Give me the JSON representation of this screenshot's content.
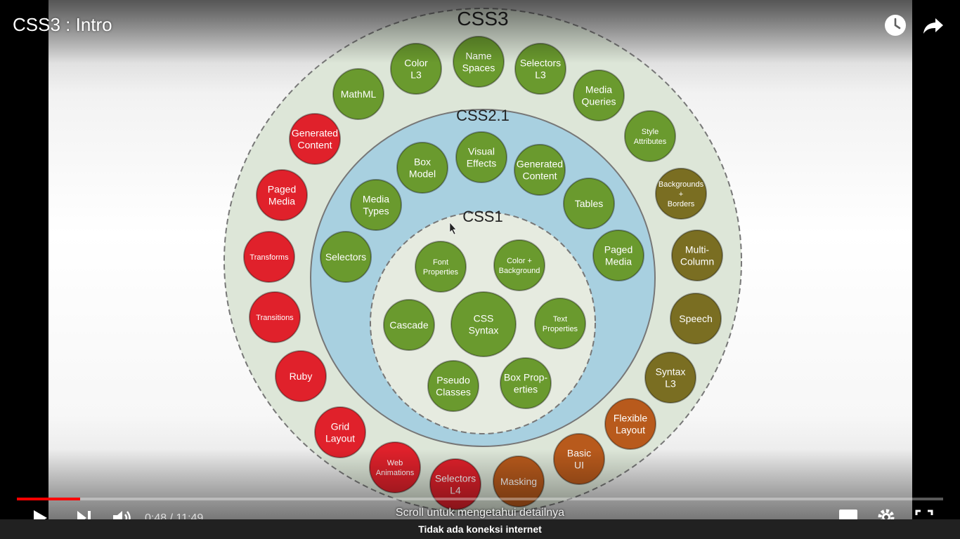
{
  "player": {
    "title": "CSS3 : Intro",
    "time": "0:48 / 11:49",
    "progress_fraction": 0.068,
    "scroll_hint": "Scroll untuk mengetahui detailnya",
    "offline_message": "Tidak ada koneksi internet"
  },
  "icons": {
    "watch_later": "clock-icon",
    "share": "share-icon",
    "play": "play-icon",
    "next": "next-icon",
    "volume": "volume-icon",
    "subtitles": "subtitles-icon",
    "settings": "gear-icon",
    "fullscreen": "fullscreen-icon"
  },
  "colors": {
    "progress": "#ff0000",
    "green_module": "#6a9a2e",
    "red_module": "#e0212b",
    "olive_module": "#7a6e22",
    "orange_module": "#b85a1c"
  },
  "diagram": {
    "rings": [
      {
        "label": "CSS3",
        "color": "#dde6d8"
      },
      {
        "label": "CSS2.1",
        "color": "#a8d0e0"
      },
      {
        "label": "CSS1",
        "color": "#e6ebe0"
      }
    ],
    "modules": [
      {
        "lines": [
          "Name",
          "Spaces"
        ],
        "color": "green"
      },
      {
        "lines": [
          "Color",
          "L3"
        ],
        "color": "green"
      },
      {
        "lines": [
          "Selectors",
          "L3"
        ],
        "color": "green"
      },
      {
        "lines": [
          "MathML"
        ],
        "color": "green"
      },
      {
        "lines": [
          "Media",
          "Queries"
        ],
        "color": "green"
      },
      {
        "lines": [
          "Style",
          "Attributes"
        ],
        "color": "green"
      },
      {
        "lines": [
          "Backgrounds",
          "+",
          "Borders"
        ],
        "color": "olive"
      },
      {
        "lines": [
          "Multi-",
          "Column"
        ],
        "color": "olive"
      },
      {
        "lines": [
          "Speech"
        ],
        "color": "olive"
      },
      {
        "lines": [
          "Syntax",
          "L3"
        ],
        "color": "olive"
      },
      {
        "lines": [
          "Flexible",
          "Layout"
        ],
        "color": "orange"
      },
      {
        "lines": [
          "Basic",
          "UI"
        ],
        "color": "orange"
      },
      {
        "lines": [
          "Masking"
        ],
        "color": "orange"
      },
      {
        "lines": [
          "Selectors",
          "L4"
        ],
        "color": "red"
      },
      {
        "lines": [
          "Web",
          "Animations"
        ],
        "color": "red"
      },
      {
        "lines": [
          "Grid",
          "Layout"
        ],
        "color": "red"
      },
      {
        "lines": [
          "Ruby"
        ],
        "color": "red"
      },
      {
        "lines": [
          "Transitions"
        ],
        "color": "red"
      },
      {
        "lines": [
          "Transforms"
        ],
        "color": "red"
      },
      {
        "lines": [
          "Paged",
          "Media"
        ],
        "color": "red"
      },
      {
        "lines": [
          "Generated",
          "Content"
        ],
        "color": "red"
      },
      {
        "lines": [
          "Box",
          "Model"
        ],
        "color": "green"
      },
      {
        "lines": [
          "Visual",
          "Effects"
        ],
        "color": "green"
      },
      {
        "lines": [
          "Generated",
          "Content"
        ],
        "color": "green"
      },
      {
        "lines": [
          "Media",
          "Types"
        ],
        "color": "green"
      },
      {
        "lines": [
          "Tables"
        ],
        "color": "green"
      },
      {
        "lines": [
          "Selectors"
        ],
        "color": "green"
      },
      {
        "lines": [
          "Paged",
          "Media"
        ],
        "color": "green"
      },
      {
        "lines": [
          "Font",
          "Properties"
        ],
        "color": "green"
      },
      {
        "lines": [
          "Color +",
          "Background"
        ],
        "color": "green"
      },
      {
        "lines": [
          "Cascade"
        ],
        "color": "green"
      },
      {
        "lines": [
          "CSS",
          "Syntax"
        ],
        "color": "green"
      },
      {
        "lines": [
          "Text",
          "Properties"
        ],
        "color": "green"
      },
      {
        "lines": [
          "Pseudo",
          "Classes"
        ],
        "color": "green"
      },
      {
        "lines": [
          "Box Prop-",
          "erties"
        ],
        "color": "green"
      }
    ]
  }
}
